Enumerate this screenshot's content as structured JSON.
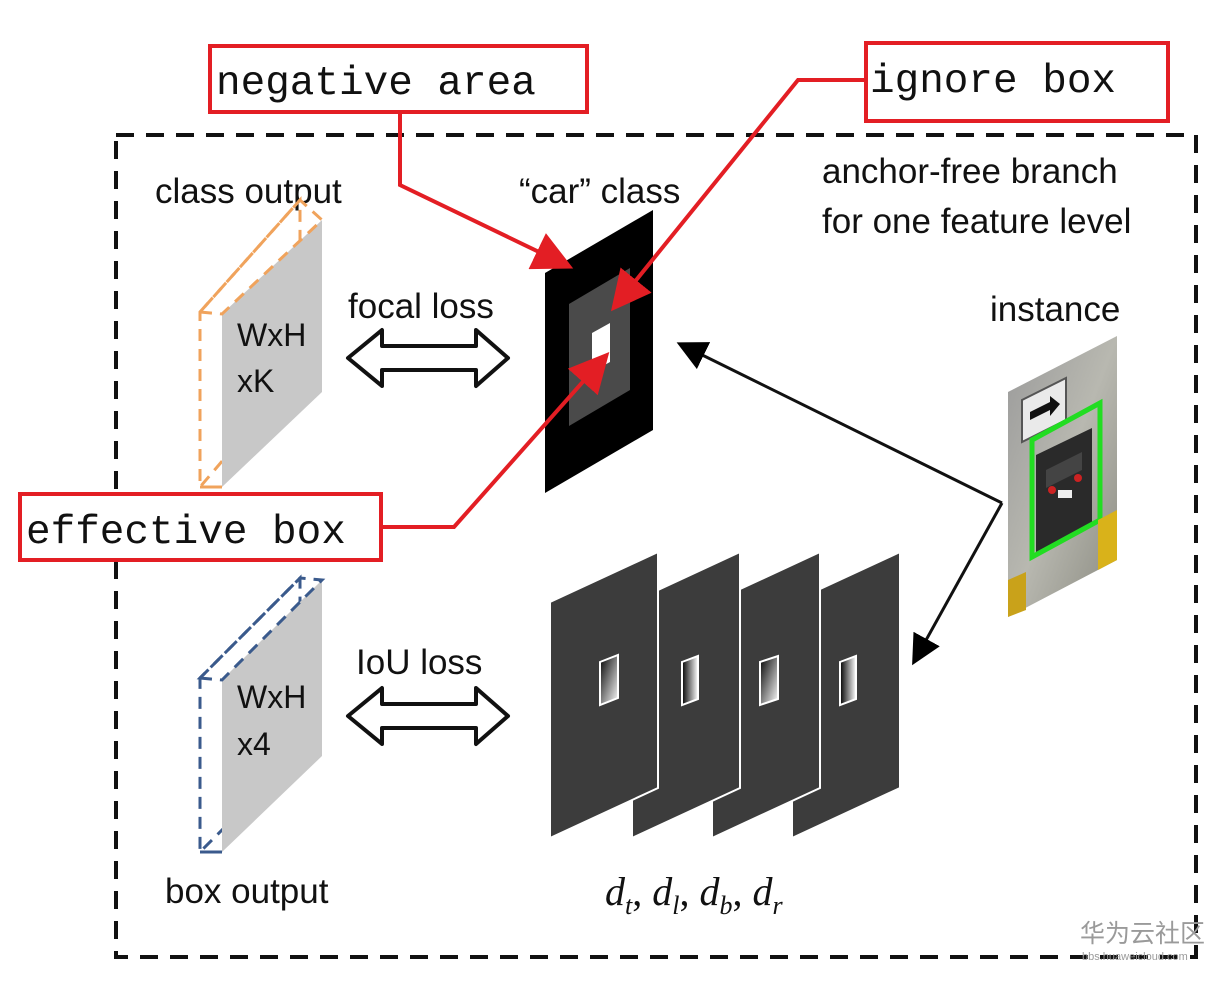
{
  "frame": {
    "title_line1": "anchor-free branch",
    "title_line2": "for one feature level"
  },
  "class_output": {
    "label": "class output",
    "dims_line1": "WxH",
    "dims_line2": "xK"
  },
  "box_output": {
    "label": "box output",
    "dims_line1": "WxH",
    "dims_line2": "x4"
  },
  "losses": {
    "focal": "focal loss",
    "iou": "IoU loss"
  },
  "car_class": {
    "label": "“car” class"
  },
  "instance": {
    "label": "instance"
  },
  "regression": {
    "label_d": [
      "d",
      "d",
      "d",
      "d"
    ],
    "label_sub": [
      "t",
      "l",
      "b",
      "r"
    ],
    "separator": ", "
  },
  "callouts": {
    "negative_area": "negative area",
    "ignore_box": "ignore box",
    "effective_box": "effective box"
  },
  "watermark": {
    "text": "华为云社区",
    "url": "bbs.huaweicloud.com"
  },
  "colors": {
    "callout_red": "#e31e24",
    "class_outline": "#f0a35c",
    "box_outline": "#3a5a8c",
    "map_gray": "#c8c8c8",
    "regression_gray": "#3c3c3c",
    "instance_box_green": "#22dd22"
  }
}
